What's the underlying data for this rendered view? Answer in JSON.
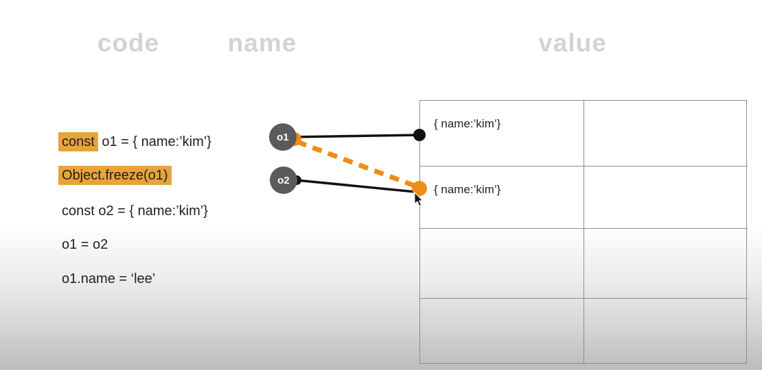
{
  "headers": {
    "code": "code",
    "name": "name",
    "value": "value"
  },
  "code_panel": {
    "lines": [
      {
        "segments": [
          {
            "text": "const",
            "highlighted": true
          },
          {
            "text": " o1 = { name:’kim’}",
            "highlighted": false
          }
        ]
      },
      {
        "segments": [
          {
            "text": "Object.freeze(o1)",
            "highlighted": true
          }
        ]
      },
      {
        "segments": [
          {
            "text": "const o2 = { name:’kim’}",
            "highlighted": false
          }
        ]
      },
      {
        "segments": [
          {
            "text": "o1 = o2",
            "highlighted": false
          }
        ]
      },
      {
        "segments": [
          {
            "text": "o1.name = ‘lee’",
            "highlighted": false
          }
        ]
      }
    ]
  },
  "name_nodes": [
    {
      "label": "o1"
    },
    {
      "label": "o2"
    }
  ],
  "value_table": {
    "rows": 4,
    "cols": 2,
    "cells": [
      [
        "{ name:’kim’}",
        ""
      ],
      [
        "{ name:’kim’}",
        ""
      ],
      [
        "",
        ""
      ],
      [
        "",
        ""
      ]
    ]
  },
  "connections": [
    {
      "from": "o1",
      "to": "value-row-1",
      "style": "solid",
      "color": "#111111"
    },
    {
      "from": "o1",
      "to": "value-row-2",
      "style": "dashed",
      "color": "#ee8c15"
    },
    {
      "from": "o2",
      "to": "value-row-2",
      "style": "solid",
      "color": "#111111"
    }
  ],
  "icons": {
    "cursor": "mouse-cursor-icon"
  },
  "colors": {
    "highlight": "#e7a43b",
    "accent_orange": "#ee8c15",
    "node_gray": "#595a5c",
    "header_gray": "#d3d3d3",
    "table_border": "#8d8d8d",
    "code_text": "#1e1e1e"
  }
}
